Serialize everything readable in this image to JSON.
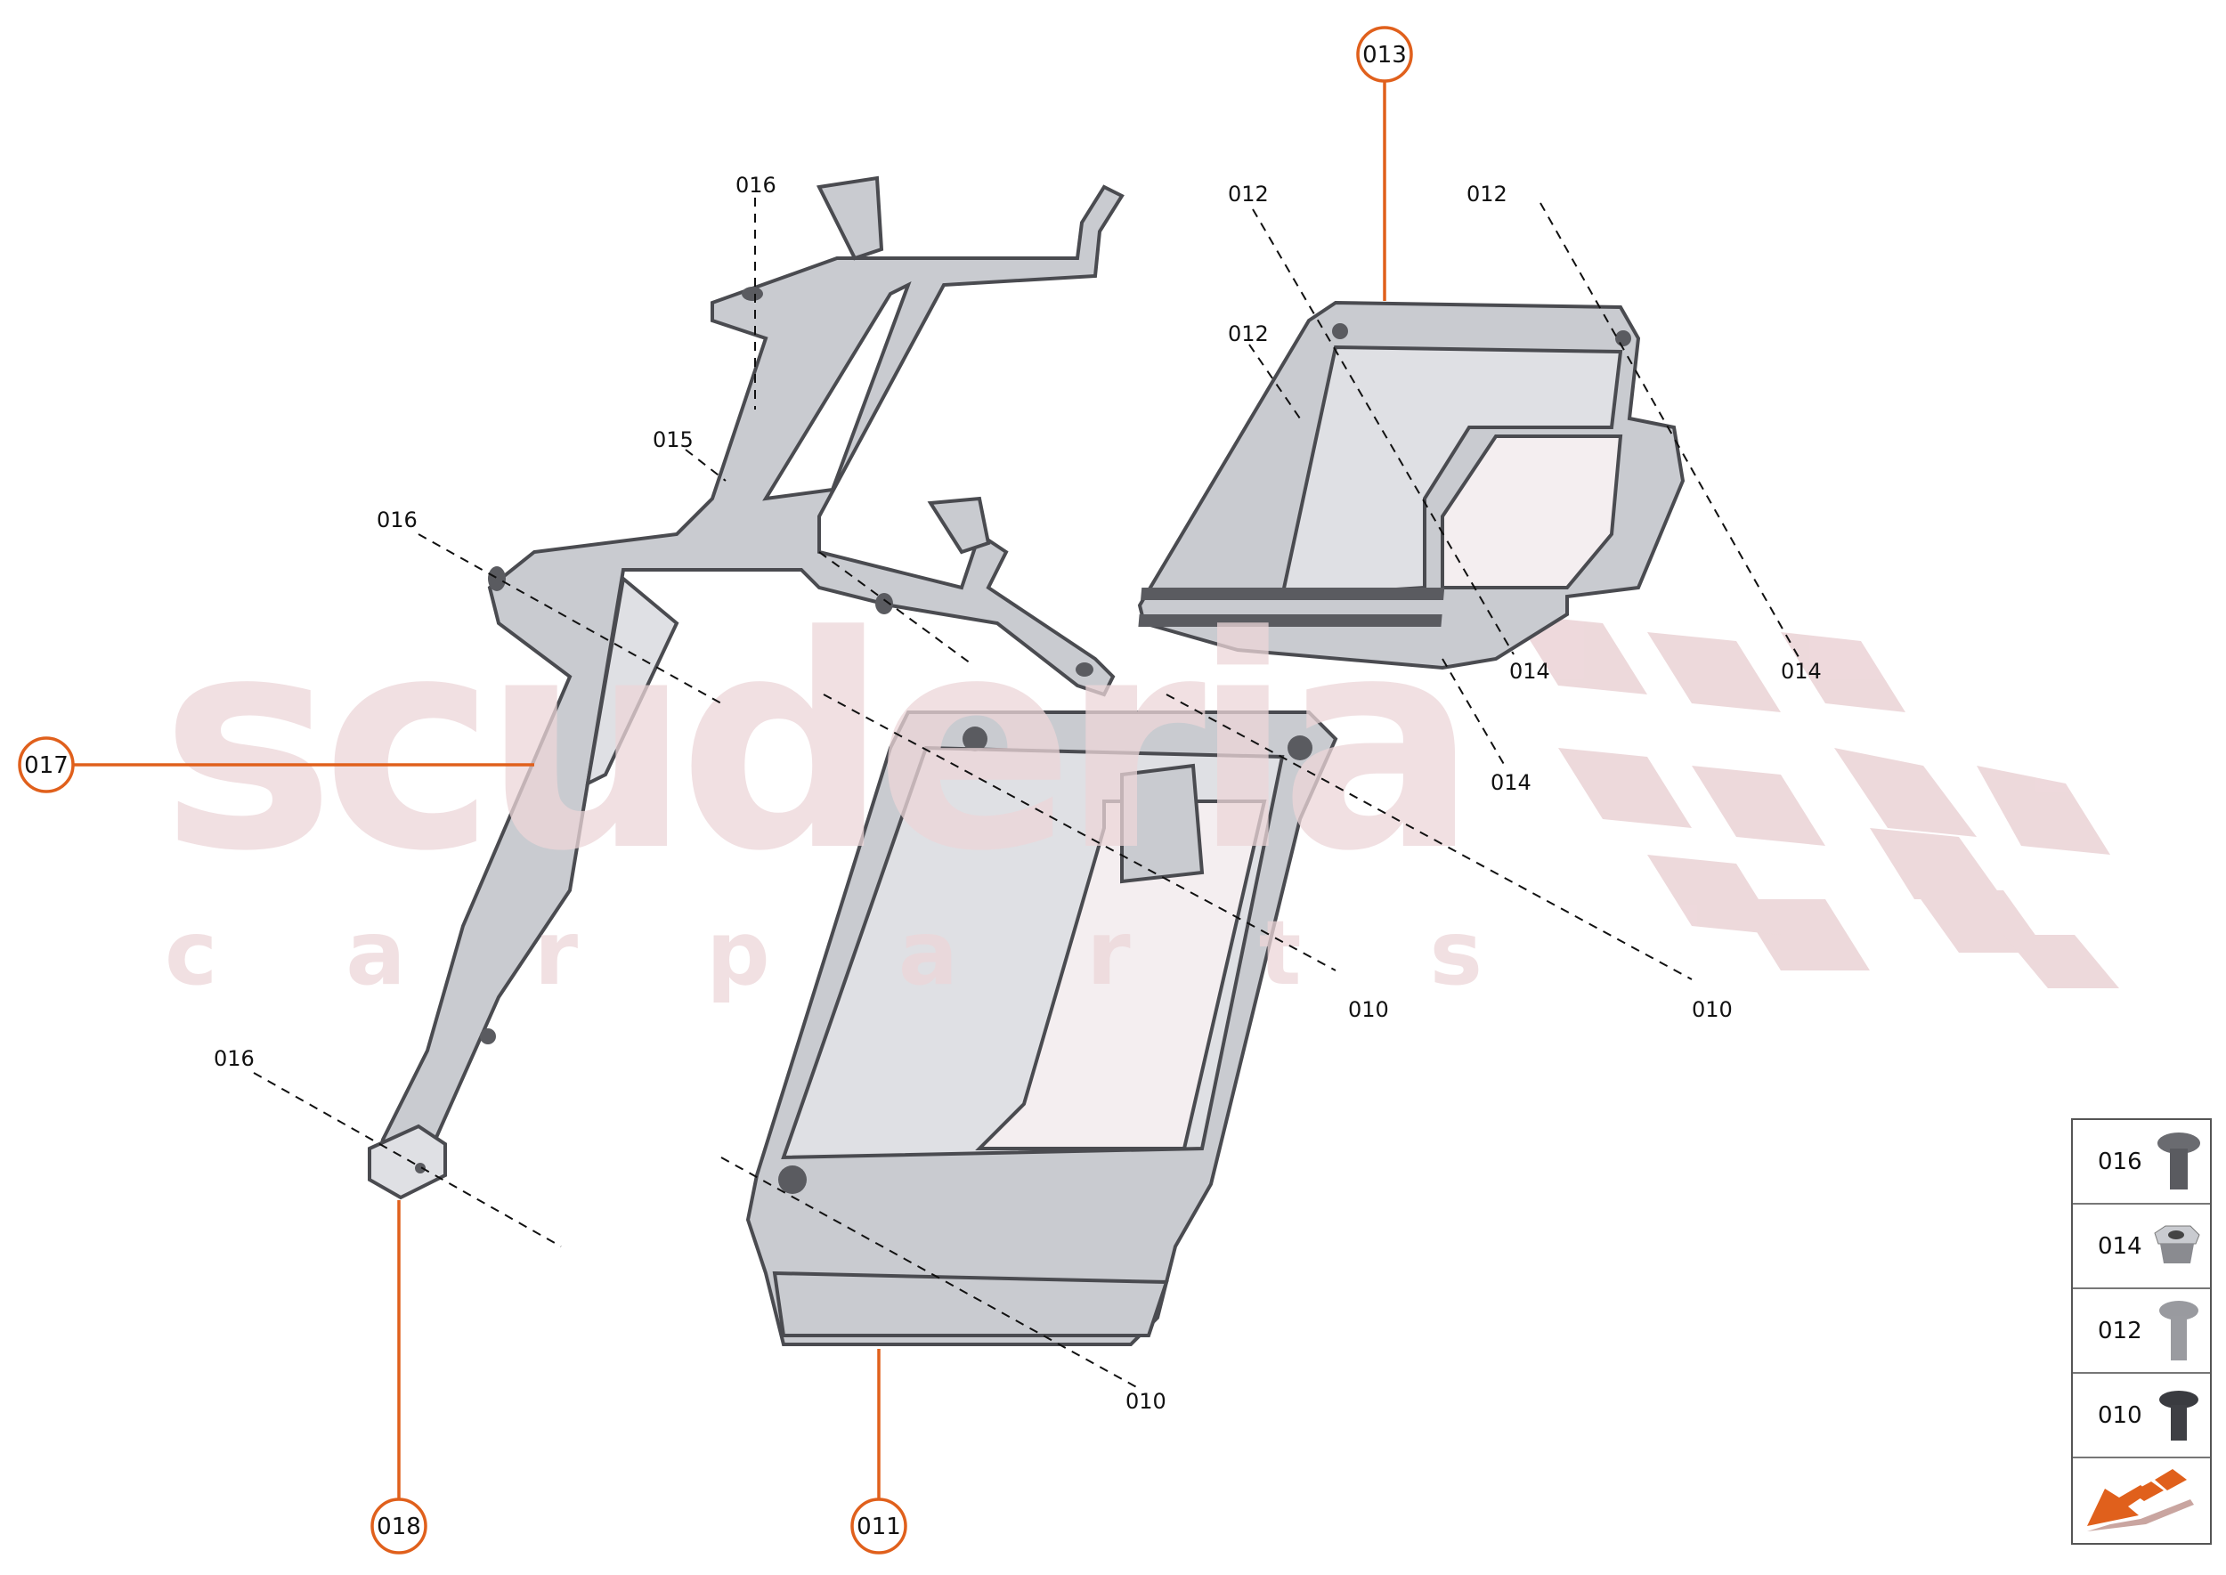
{
  "watermark": {
    "brand": "scuderia",
    "sub": "c a r p a r t s"
  },
  "colors": {
    "accent": "#e0601c",
    "metal": "#c9cbd0",
    "watermark": "#ecd5d8"
  },
  "callouts": {
    "c013": "013",
    "c017": "017",
    "c018": "018",
    "c011": "011"
  },
  "labels": {
    "l016a": "016",
    "l015": "015",
    "l016b": "016",
    "l016c": "016",
    "l012a": "012",
    "l012b": "012",
    "l012c": "012",
    "l014a": "014",
    "l014b": "014",
    "l014c": "014",
    "l010a": "010",
    "l010b": "010",
    "l010c": "010"
  },
  "legend": {
    "items": [
      {
        "part": "016",
        "icon": "screw-flange-icon"
      },
      {
        "part": "014",
        "icon": "hex-nut-icon"
      },
      {
        "part": "012",
        "icon": "screw-light-icon"
      },
      {
        "part": "010",
        "icon": "screw-dark-icon"
      }
    ],
    "nav_icon": "orange-direction-arrow-icon"
  }
}
